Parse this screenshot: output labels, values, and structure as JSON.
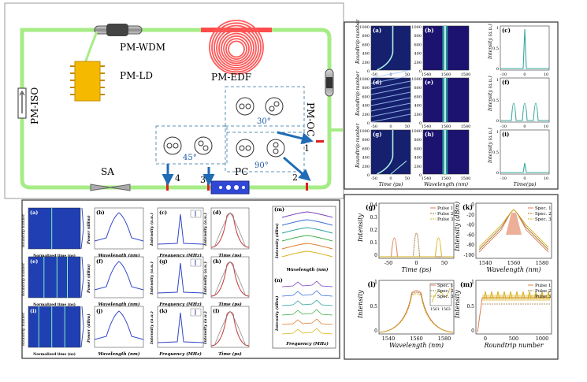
{
  "setup": {
    "components": {
      "pm_wdm": "PM-WDM",
      "pm_ld": "PM-LD",
      "pm_edf": "PM-EDF",
      "pm_oc": "PM-OC",
      "pm_iso": "PM-ISO",
      "sa": "SA",
      "pc": "PC"
    },
    "ports": [
      "1",
      "2",
      "3",
      "4"
    ],
    "angles": {
      "a30": "30°",
      "a90": "90°",
      "a45": "45°"
    },
    "colors": {
      "fiber": "#a6ec86",
      "edf": "#ff4b4b",
      "ld": "#f5b900",
      "pc": "#3047d6",
      "dash": "#5b93b6",
      "arrow": "#1f6bb5"
    }
  },
  "right_top": {
    "panels": [
      "(a)",
      "(b)",
      "(c)",
      "(d)",
      "(e)",
      "(f)",
      "(g)",
      "(h)",
      "(i)"
    ],
    "ylabel_map": "Roundtrip number",
    "ylabel_int": "Intensity (a.u.)",
    "xlabel_time": "Time (ps)",
    "xlabel_wl": "Wavelength (nm)",
    "xlabel_time2": "Time(ps)",
    "map_yticks": [
      "1000",
      "800",
      "600",
      "400",
      "200",
      "0"
    ],
    "int_yticks": [
      "1",
      "0.5",
      "0"
    ],
    "time_xticks": [
      "-50",
      "0",
      "50"
    ],
    "wl_xticks": [
      "1540",
      "1560",
      "1580"
    ],
    "time2_xticks": [
      "-10",
      "0",
      "10"
    ]
  },
  "bottom_left": {
    "panels": [
      "(a)",
      "(b)",
      "(c)",
      "(d)",
      "(e)",
      "(f)",
      "(g)",
      "(h)",
      "(i)",
      "(j)",
      "(k)",
      "(l)",
      "(m)",
      "(n)"
    ],
    "xlabels": {
      "time": "Normalized time (ns)",
      "wl": "Wavelength (nm)",
      "freq": "Frequency (MHz)",
      "tps": "Time (ps)"
    },
    "ylabels": {
      "rt": "Roundtrip number",
      "power": "Power (dBm)",
      "int": "Intensity (a.u.)",
      "intdb": "Intensity (dBm)"
    },
    "m_xlabel": "Wavelength (nm)",
    "n_xlabel": "Frequency (MHz)"
  },
  "bottom_right": {
    "panels": [
      "(g)",
      "(k)",
      "(l)",
      "(m)"
    ],
    "g": {
      "ylabel": "Intensity",
      "xlabel": "Time (ps)",
      "xticks": [
        "-50",
        "0",
        "50"
      ],
      "yticks": [
        "0.4",
        "0.3",
        "0.2",
        "0.1",
        "0"
      ],
      "legend": [
        "Pulse 1",
        "Pulse 2",
        "Pulse 3"
      ]
    },
    "k": {
      "ylabel": "Intensity (dBm)",
      "xlabel": "Wavelength (nm)",
      "xticks": [
        "1540",
        "1560",
        "1580"
      ],
      "yticks": [
        "0",
        "-20",
        "-40",
        "-60",
        "-80",
        "-100"
      ],
      "legend": [
        "Spec. 1",
        "Spec. 2",
        "Spec. 3"
      ]
    },
    "l": {
      "ylabel": "Intensity",
      "xlabel": "Wavelength (nm)",
      "xticks": [
        "1540",
        "1560",
        "1580"
      ],
      "yticks": [
        "1",
        "0.5",
        "0"
      ],
      "legend": [
        "Spec. 1",
        "Spec. 2",
        "Spec. 3"
      ],
      "inset_ticks": [
        "1561",
        "1563"
      ]
    },
    "m": {
      "ylabel": "Intensity",
      "xlabel": "Roundtrip number",
      "xticks": [
        "0",
        "500",
        "1000"
      ],
      "yticks": [
        "1",
        "0.5",
        "0"
      ],
      "legend": [
        "Pulse 1",
        "Pulse 2",
        "Pulse 3"
      ]
    },
    "series_colors": [
      "#e07b54",
      "#9b7a3a",
      "#d6b21c"
    ]
  }
}
